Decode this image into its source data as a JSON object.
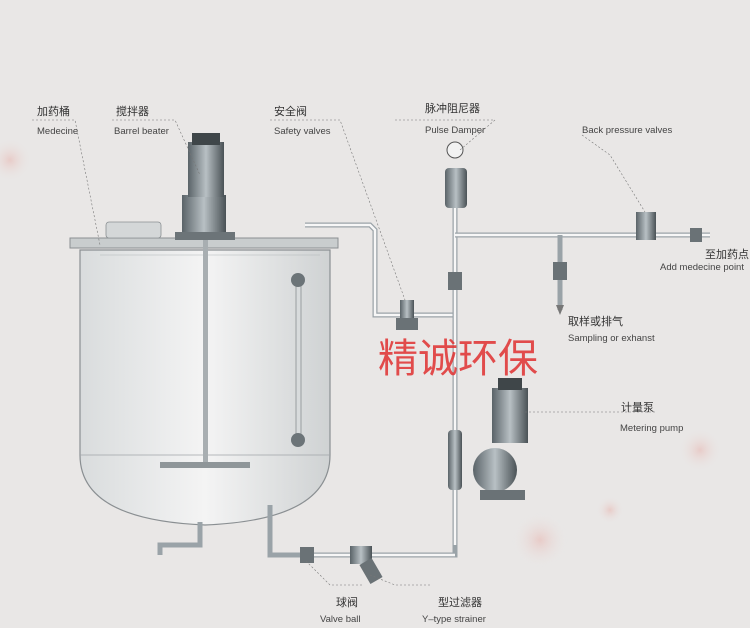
{
  "labels": {
    "medicine_cn": "加药桶",
    "medicine_en": "Medecine",
    "beater_cn": "搅拌器",
    "beater_en": "Barrel beater",
    "safety_cn": "安全阀",
    "safety_en": "Safety valves",
    "damper_cn": "脉冲阻尼器",
    "damper_en": "Pulse Damper",
    "backpressure_en": "Back pressure valves",
    "addpoint_cn": "至加药点",
    "addpoint_en": "Add medecine point",
    "sampling_cn": "取样或排气",
    "sampling_en": "Sampling or exhanst",
    "meterpump_cn": "计量泵",
    "meterpump_en": "Metering pump",
    "valveball_cn": "球阀",
    "valveball_en": "Valve ball",
    "strainer_cn": "型过滤器",
    "strainer_en": "Y–type strainer"
  },
  "watermark": "精诚环保",
  "colors": {
    "background": "#e9e7e6",
    "watermark": "#e03030",
    "pipe": "#9aa3a8"
  }
}
